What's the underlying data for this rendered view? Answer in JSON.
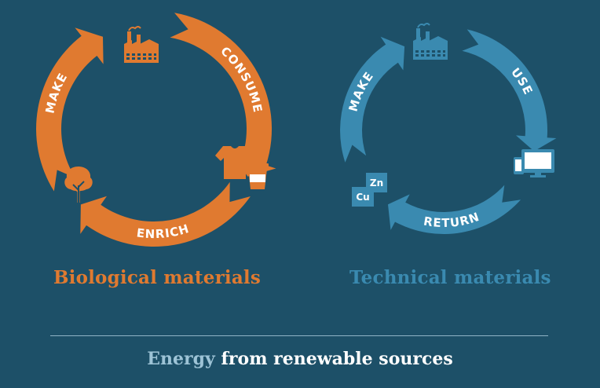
{
  "colors": {
    "background": "#1d5068",
    "biological": "#e07a30",
    "technical": "#3a8ab0",
    "divider": "#8fb3c6",
    "footer_light": "#9dc3d6",
    "footer_white": "#ffffff"
  },
  "biological": {
    "title": "Biological materials",
    "stages": [
      "MAKE",
      "CONSUME",
      "ENRICH"
    ],
    "icons": [
      "factory-icon",
      "tshirt-icon",
      "cup-icon",
      "tree-icon"
    ]
  },
  "technical": {
    "title": "Technical materials",
    "stages": [
      "MAKE",
      "USE",
      "RETURN"
    ],
    "elements": [
      "Zn",
      "Cu"
    ],
    "icons": [
      "factory-icon",
      "monitor-icon",
      "phone-icon",
      "zinc-icon",
      "copper-icon"
    ]
  },
  "footer": {
    "prefix": "Energy",
    "rest": "from renewable sources"
  }
}
